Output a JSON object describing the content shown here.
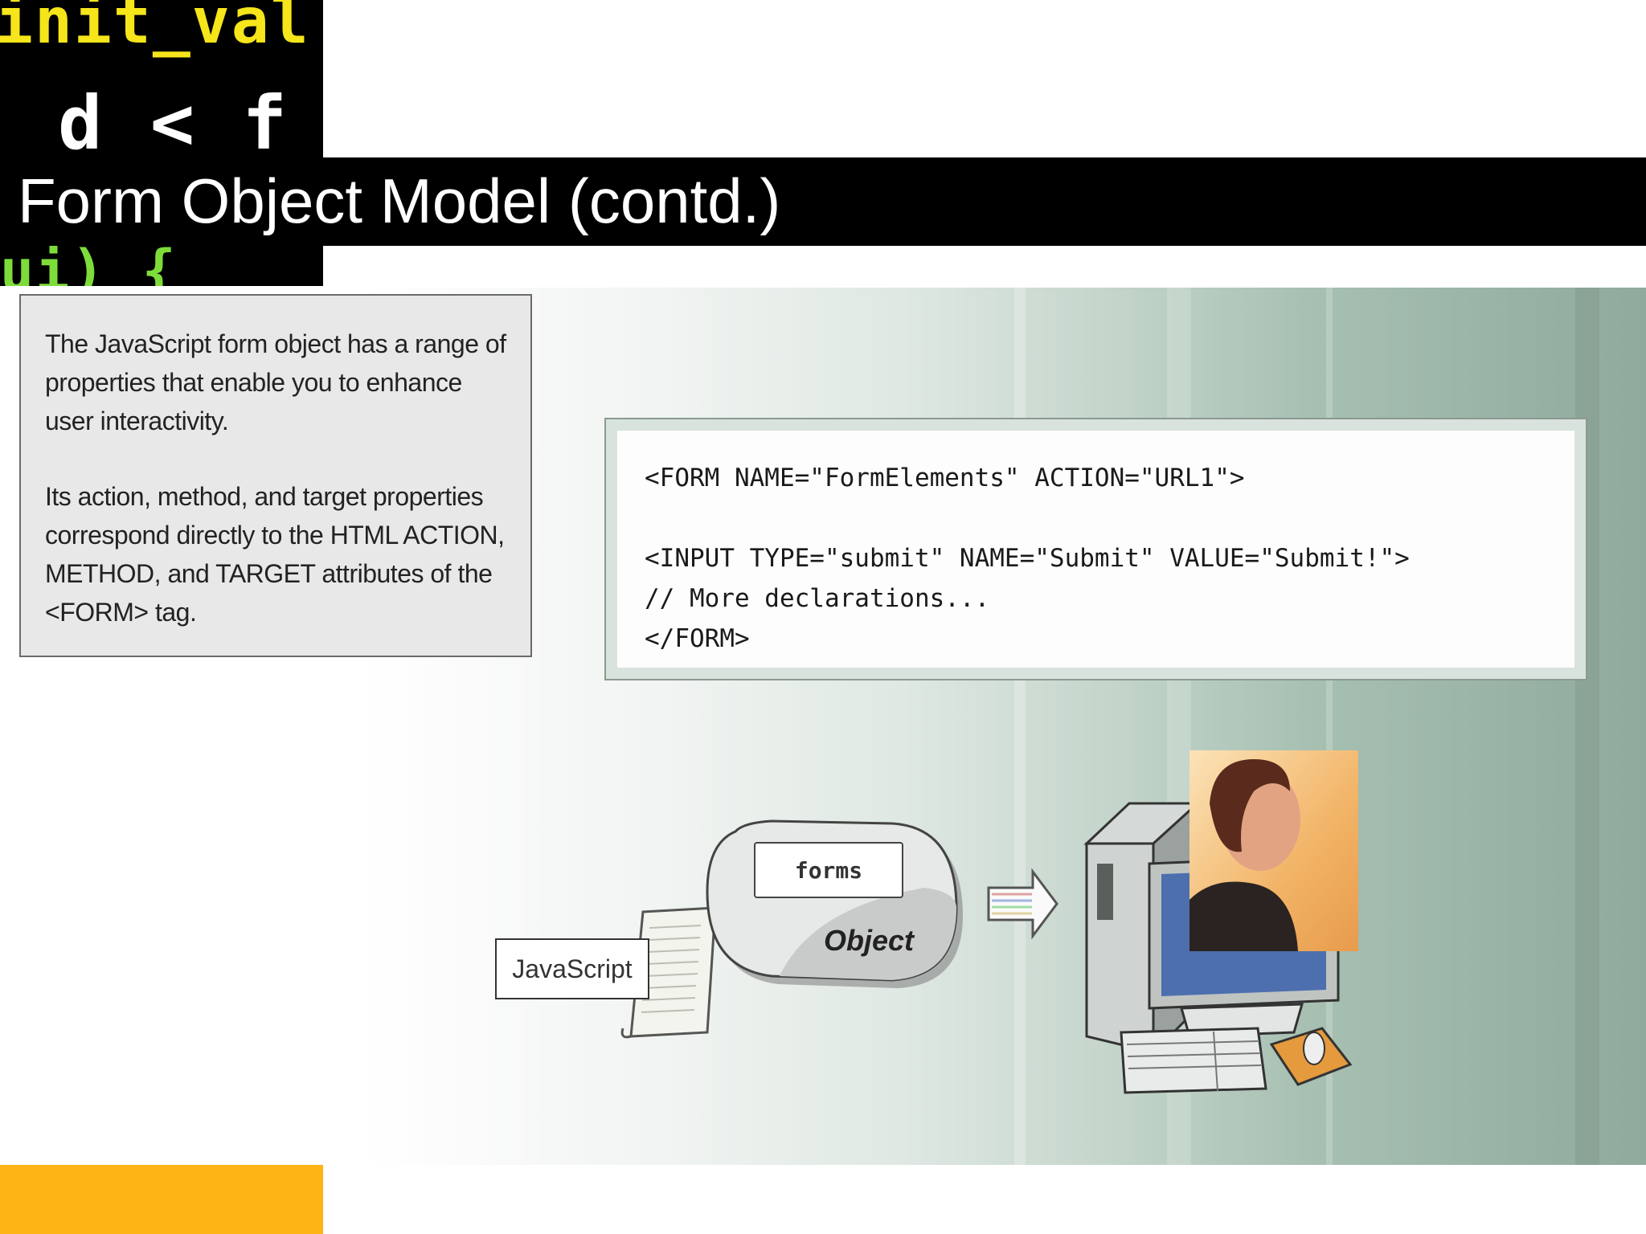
{
  "slide": {
    "title": "Form Object Model (contd.)"
  },
  "corner_code_image": {
    "lines": [
      "init_val )",
      "d < f &&",
      "ui) {"
    ]
  },
  "description": {
    "paragraph_1": "The JavaScript form object has a range of properties that enable you to enhance user interactivity.",
    "paragraph_2": "Its action, method, and target properties correspond directly to the HTML ACTION, METHOD, and TARGET attributes of the <FORM> tag."
  },
  "code_sample": {
    "line_1": "<FORM NAME=\"FormElements\" ACTION=\"URL1\">",
    "line_2": "",
    "line_3": "<INPUT TYPE=\"submit\" NAME=\"Submit\" VALUE=\"Submit!\">",
    "line_4": "// More declarations...",
    "line_5": "</FORM>"
  },
  "diagram": {
    "javascript_label": "JavaScript",
    "forms_label": "forms",
    "object_label": "Object"
  },
  "colors": {
    "title_bar": "#000000",
    "title_text": "#ffffff",
    "accent_orange": "#fdb414",
    "diagram_green": "#8fab9c"
  }
}
